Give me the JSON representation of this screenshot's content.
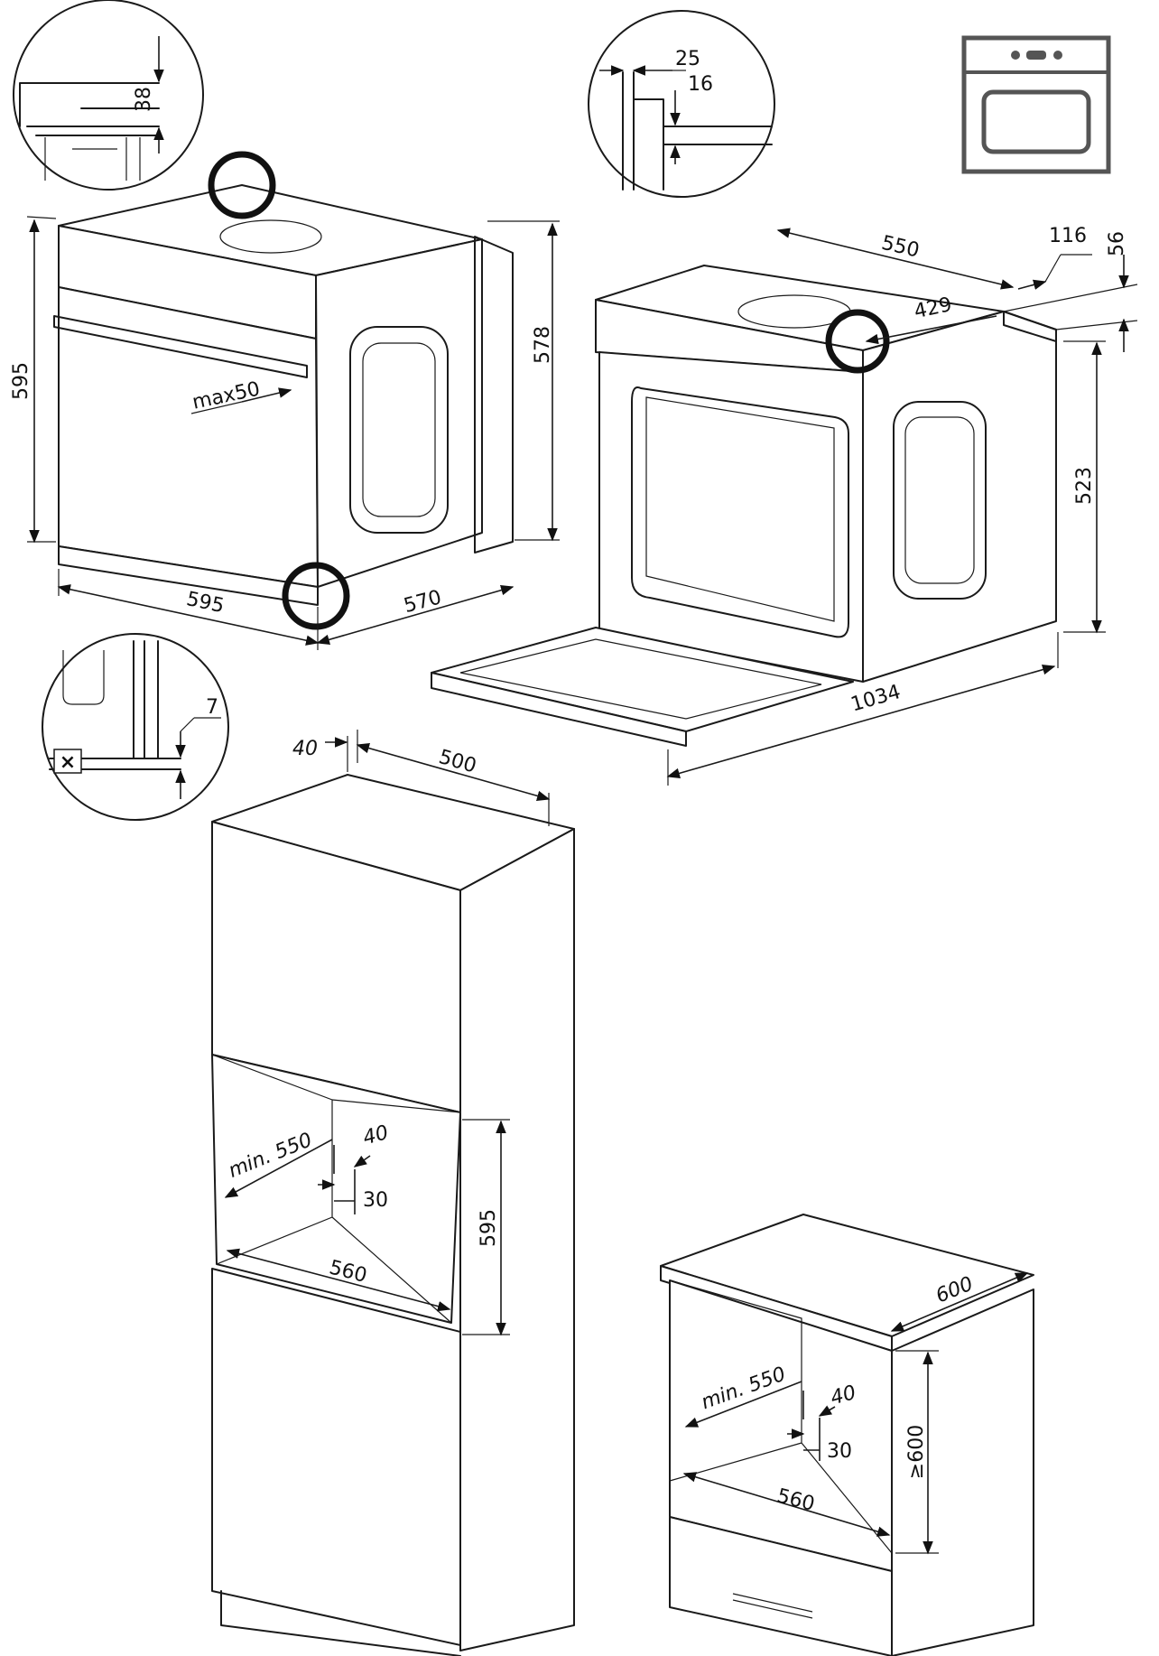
{
  "dimensions": {
    "oven_height": "595",
    "oven_width": "595",
    "oven_depth": "570",
    "oven_side_height": "578",
    "handle_projection": "max50",
    "top_detail_height": "38",
    "corner_detail_a": "25",
    "corner_detail_b": "16",
    "bottom_detail_gap": "7",
    "open_depth": "550",
    "open_rear_offset": "116",
    "open_top_offset": "56",
    "open_inner_depth": "429",
    "open_height": "523",
    "open_total_depth": "1034",
    "tall_cab_back_gap": "40",
    "tall_cab_depth": "500",
    "tall_cab_min_depth": "min. 550",
    "tall_cab_vent_depth": "40",
    "tall_cab_vent_height": "30",
    "tall_cab_niche_width": "560",
    "tall_cab_niche_height": "595",
    "base_cab_depth": "600",
    "base_cab_min_depth": "min. 550",
    "base_cab_vent_depth": "40",
    "base_cab_vent_height": "30",
    "base_cab_niche_width": "560",
    "base_cab_niche_height": "≥600"
  },
  "marks": {
    "no_symbol": "×"
  },
  "colors": {
    "line": "#1a1a1a",
    "background": "#ffffff"
  },
  "icons": [
    "built-in-oven-icon"
  ]
}
